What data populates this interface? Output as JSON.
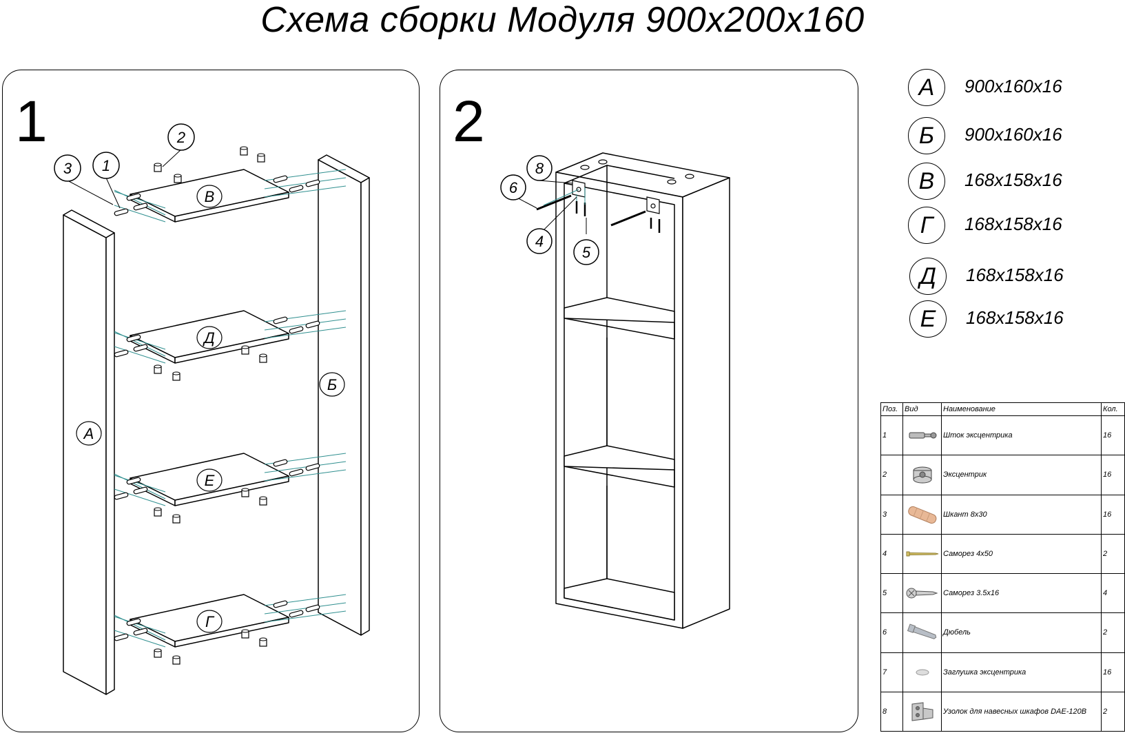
{
  "title": "Схема сборки Модуля 900x200x160",
  "steps": [
    {
      "number": "1",
      "parts_labels": {
        "A": "А",
        "B": "Б",
        "V": "В",
        "D": "Д",
        "E": "Е",
        "G": "Г"
      },
      "callouts": [
        "1",
        "2",
        "3"
      ]
    },
    {
      "number": "2",
      "callouts": [
        "4",
        "5",
        "6",
        "8"
      ]
    }
  ],
  "legend": [
    {
      "letter": "А",
      "dims": "900x160x16"
    },
    {
      "letter": "Б",
      "dims": "900x160x16"
    },
    {
      "letter": "В",
      "dims": "168x158x16"
    },
    {
      "letter": "Г",
      "dims": "168x158x16"
    },
    {
      "letter": "Д",
      "dims": "168x158x16"
    },
    {
      "letter": "Е",
      "dims": "168x158x16"
    }
  ],
  "parts_table": {
    "headers": {
      "pos": "Поз.",
      "view": "Вид",
      "name": "Наименование",
      "qty": "Кол."
    },
    "rows": [
      {
        "pos": "1",
        "icon": "cam-stud-icon",
        "name": "Шток эксцентрика",
        "qty": "16"
      },
      {
        "pos": "2",
        "icon": "cam-lock-icon",
        "name": "Эксцентрик",
        "qty": "16"
      },
      {
        "pos": "3",
        "icon": "wood-dowel-icon",
        "name": "Шкант 8x30",
        "qty": "16"
      },
      {
        "pos": "4",
        "icon": "long-screw-icon",
        "name": "Саморез 4x50",
        "qty": "2"
      },
      {
        "pos": "5",
        "icon": "short-screw-icon",
        "name": "Саморез 3.5x16",
        "qty": "4"
      },
      {
        "pos": "6",
        "icon": "wall-plug-icon",
        "name": "Дюбель",
        "qty": "2"
      },
      {
        "pos": "7",
        "icon": "cam-cap-icon",
        "name": "Заглушка эксцентрика",
        "qty": "16"
      },
      {
        "pos": "8",
        "icon": "hanger-bracket-icon",
        "name": "Узолок для навесных шкафов DAE-120B",
        "qty": "2"
      }
    ]
  },
  "colors": {
    "line": "#000000",
    "dowel_axis": "#2f8f8f",
    "background": "#ffffff"
  }
}
